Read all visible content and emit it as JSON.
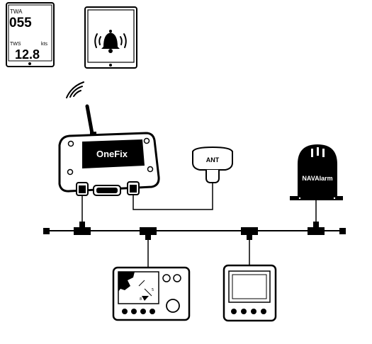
{
  "wind_display": {
    "twa_label": "TWA",
    "twa_value": "055",
    "tws_label": "TWS",
    "tws_unit": "kts",
    "tws_value": "12.8"
  },
  "tablet": {
    "icon": "alarm-bell-icon"
  },
  "onefix": {
    "label": "OneFix",
    "icon": "wifi-signal-icon"
  },
  "antenna": {
    "label": "ANT"
  },
  "navalarm": {
    "label": "NAVAlarm"
  },
  "colors": {
    "ink": "#000000",
    "screen": "#ffffff",
    "body": "#ffffff"
  }
}
